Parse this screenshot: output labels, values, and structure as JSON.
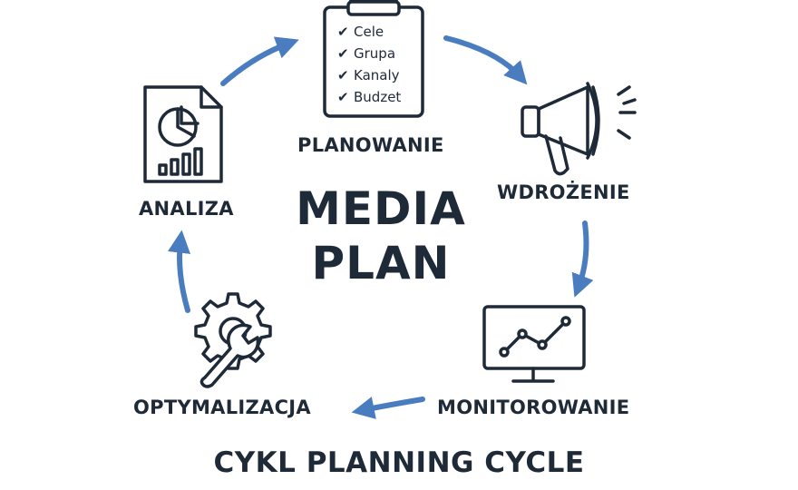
{
  "center": {
    "line1": "MEDIA",
    "line2": "PLAN"
  },
  "stages": {
    "planowanie": "PLANOWANIE",
    "wdrozenie": "WDROŻENIE",
    "monitorowanie": "MONITOROWANIE",
    "optymalizacja": "OPTYMALIZACJA",
    "analiza": "ANALIZA"
  },
  "checklist": [
    "Cele",
    "Grupa",
    "Kanaly",
    "Budzet"
  ],
  "footer": "CYKL PLANNING CYCLE",
  "icons": {
    "planowanie": "clipboard-checklist-icon",
    "wdrozenie": "megaphone-icon",
    "monitorowanie": "monitor-line-chart-icon",
    "optymalizacja": "gear-wrench-icon",
    "analiza": "report-document-icon"
  },
  "colors": {
    "arrow": "#4a7dbf",
    "ink": "#1f2a38"
  }
}
